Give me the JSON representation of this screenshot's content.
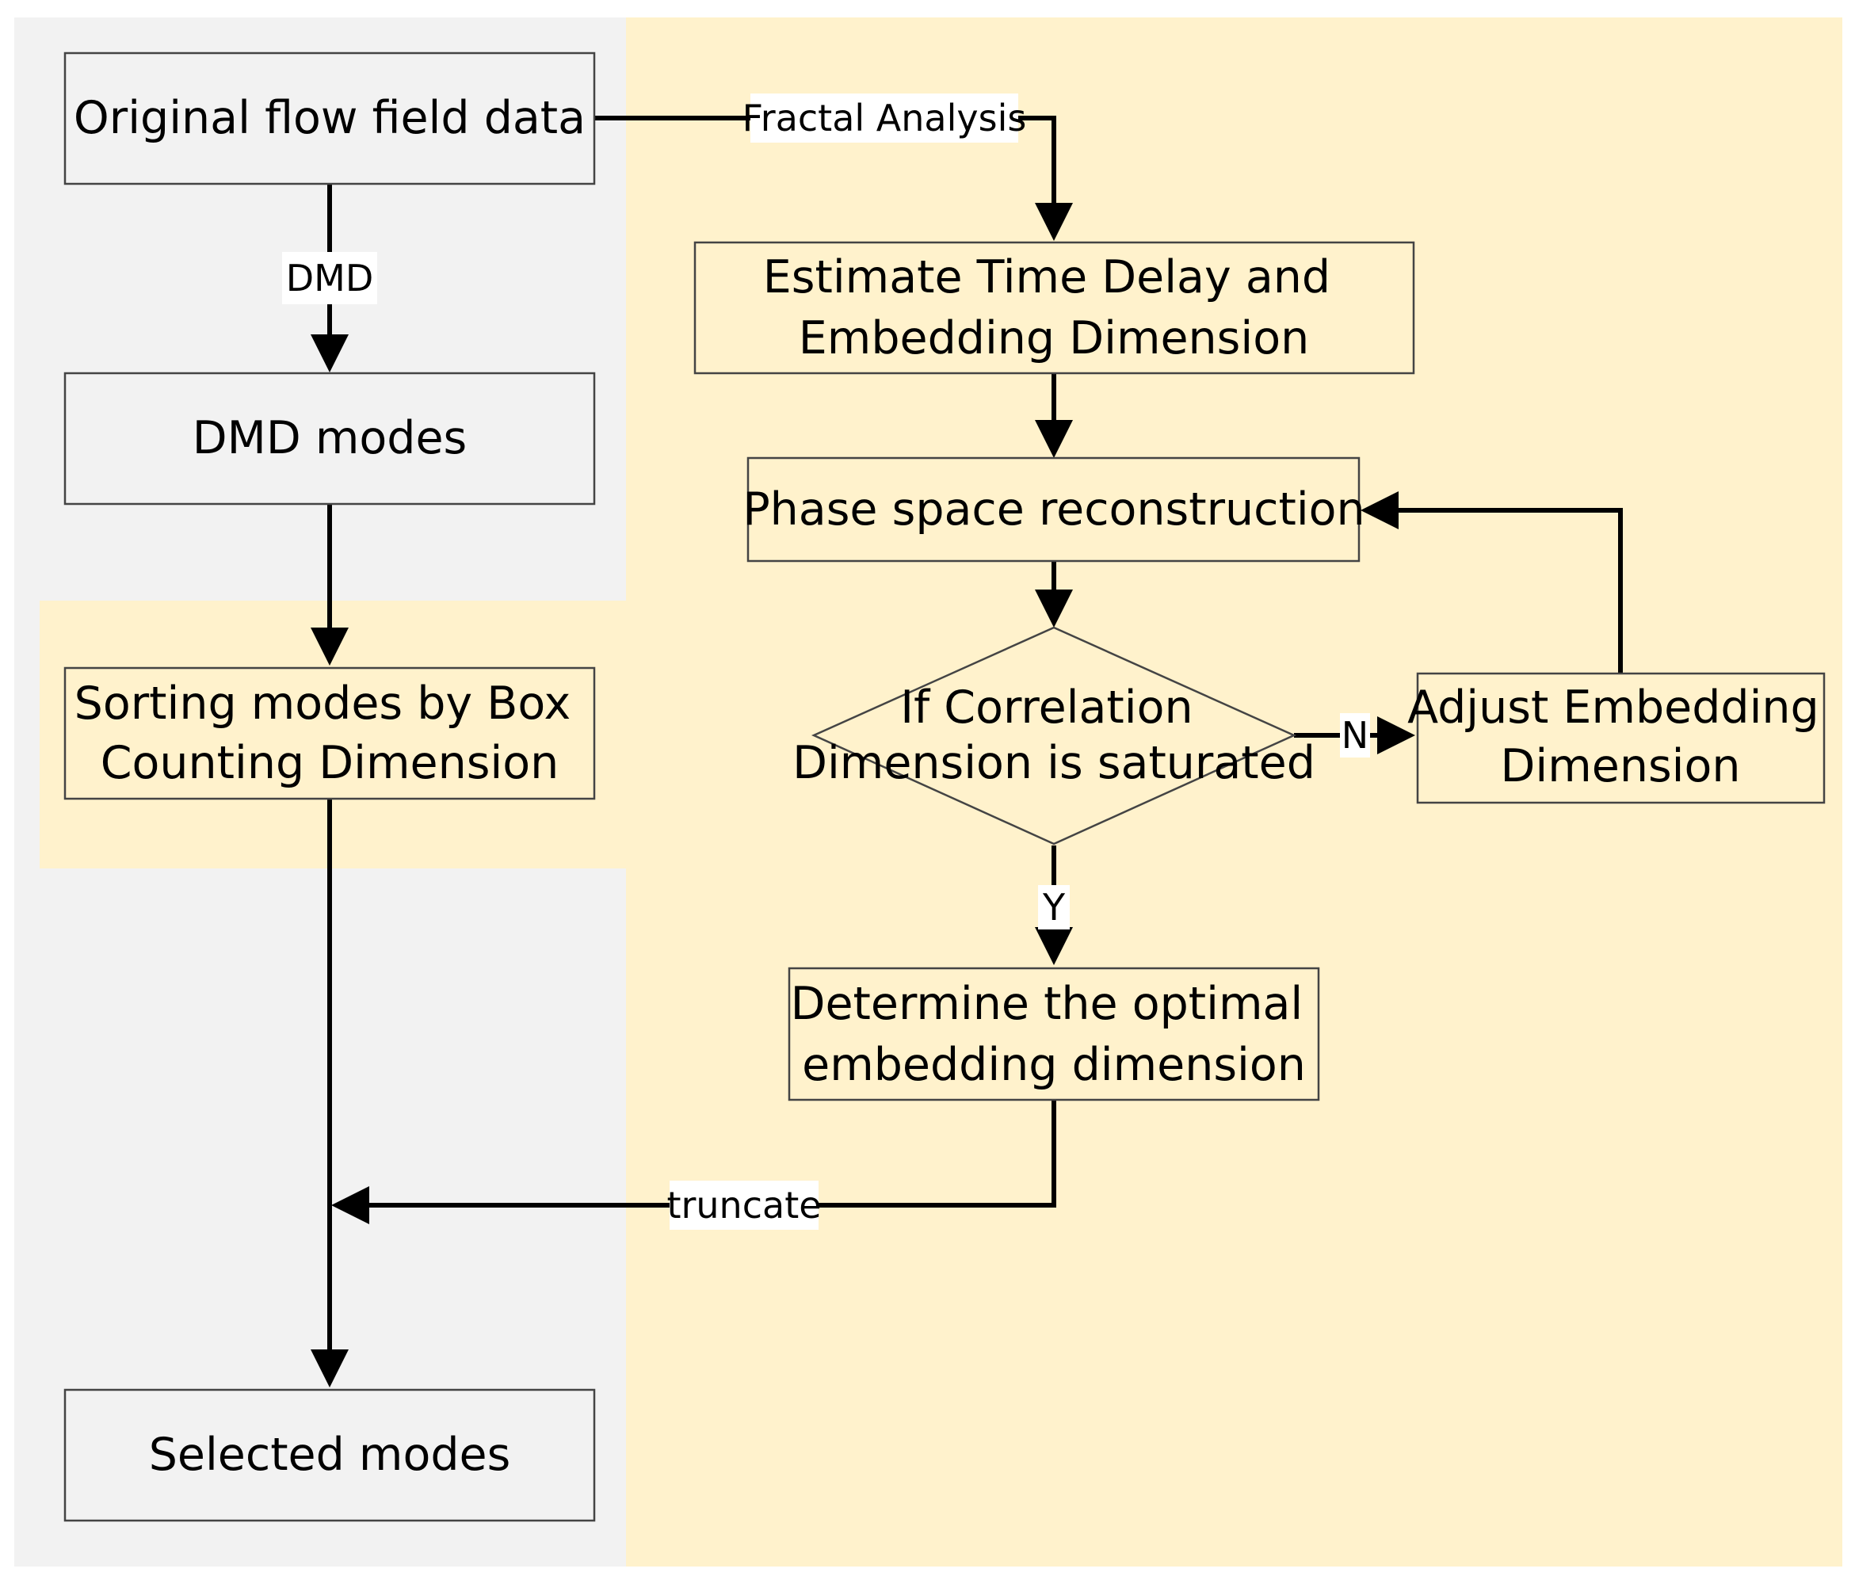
{
  "colors": {
    "panel_gray": "#f2f2f2",
    "panel_yellow": "#fff2cc",
    "box_gray_fill": "#f2f2f2",
    "box_yellow_fill": "#fff2cc",
    "box_border": "#444444",
    "arrow": "#000000",
    "label_bg": "#ffffff"
  },
  "nodes": {
    "original": {
      "lines": [
        "Original flow field data"
      ]
    },
    "dmd_modes": {
      "lines": [
        "DMD modes"
      ]
    },
    "sorting": {
      "lines": [
        "Sorting modes by Box",
        "Counting Dimension"
      ]
    },
    "selected": {
      "lines": [
        "Selected modes"
      ]
    },
    "estimate": {
      "lines": [
        "Estimate Time Delay and",
        "Embedding Dimension"
      ]
    },
    "phase": {
      "lines": [
        "Phase space reconstruction"
      ]
    },
    "decision": {
      "lines": [
        "If Correlation",
        "Dimension is saturated"
      ]
    },
    "adjust": {
      "lines": [
        "Adjust Embedding",
        "Dimension"
      ]
    },
    "determine": {
      "lines": [
        "Determine the optimal",
        "embedding dimension"
      ]
    }
  },
  "edge_labels": {
    "fractal": "Fractal Analysis",
    "dmd": "DMD",
    "no": "N",
    "yes": "Y",
    "truncate": "truncate"
  }
}
